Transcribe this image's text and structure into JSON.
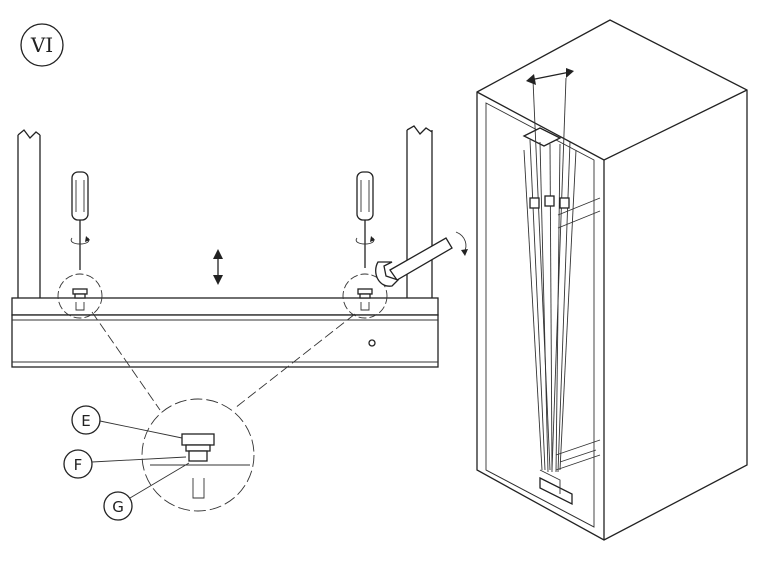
{
  "step": {
    "number": "VI"
  },
  "callouts": [
    {
      "id": "E",
      "label": "E"
    },
    {
      "id": "F",
      "label": "F"
    },
    {
      "id": "G",
      "label": "G"
    }
  ]
}
